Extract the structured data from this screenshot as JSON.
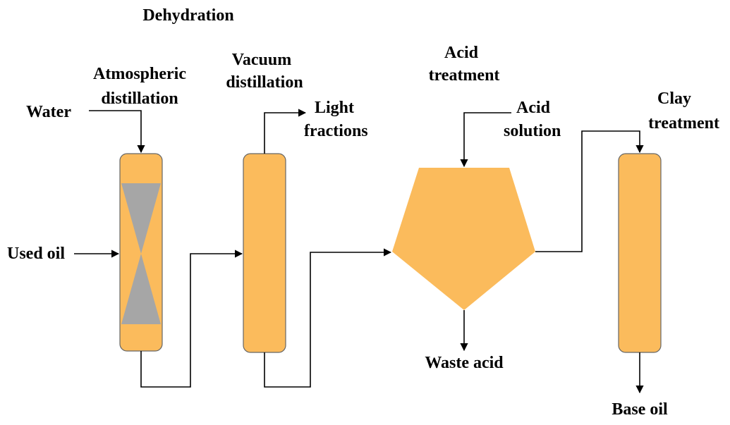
{
  "labels": {
    "dehydration": "Dehydration",
    "atmospheric_line1": "Atmospheric",
    "atmospheric_line2": "distillation",
    "water": "Water",
    "used_oil": "Used oil",
    "vacuum_line1": "Vacuum",
    "vacuum_line2": "distillation",
    "light_line1": "Light",
    "light_line2": "fractions",
    "acid_treatment_line1": "Acid",
    "acid_treatment_line2": "treatment",
    "acid_solution_line1": "Acid",
    "acid_solution_line2": "solution",
    "waste_acid": "Waste acid",
    "clay_line1": "Clay",
    "clay_line2": "treatment",
    "base_oil": "Base oil"
  },
  "colors": {
    "vessel_fill": "#FBBB5C",
    "vessel_stroke": "#666666",
    "packing_fill": "#A6A6A6",
    "line": "#000000"
  }
}
